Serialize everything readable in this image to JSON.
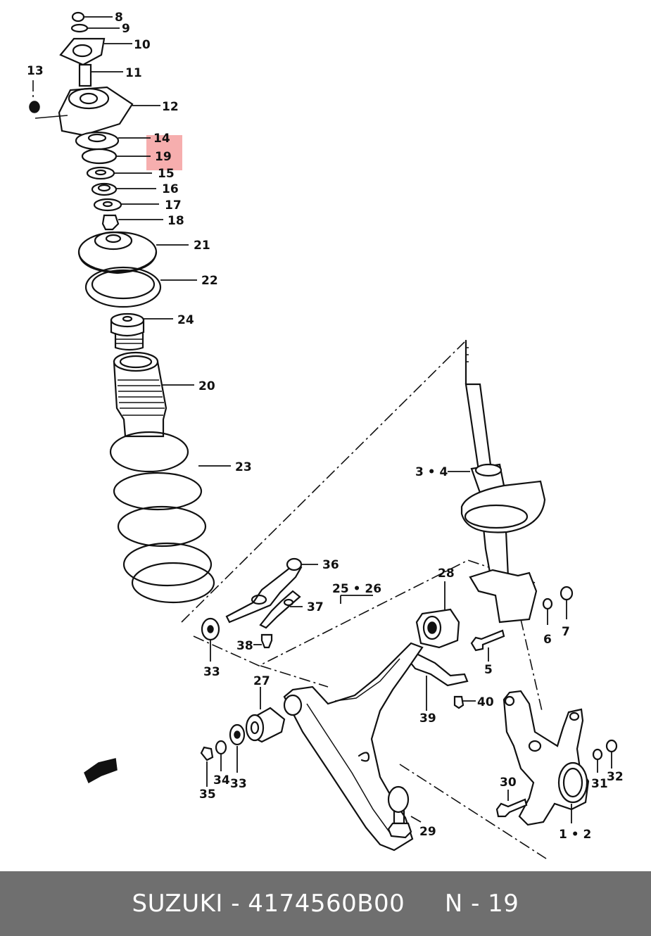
{
  "diagram": {
    "highlight_color": "#f4a0a0",
    "labels": {
      "p8": "8",
      "p9": "9",
      "p10": "10",
      "p11": "11",
      "p12": "12",
      "p13": "13",
      "p14": "14",
      "p19": "19",
      "p15": "15",
      "p16": "16",
      "p17": "17",
      "p18": "18",
      "p21": "21",
      "p22": "22",
      "p24": "24",
      "p20": "20",
      "p23": "23",
      "p34strut": "3 • 4",
      "p36": "36",
      "p37": "37",
      "p38": "38",
      "p33a": "33",
      "p2526": "25 • 26",
      "p28": "28",
      "p27": "27",
      "p5": "5",
      "p6": "6",
      "p7": "7",
      "p39": "39",
      "p40": "40",
      "p35": "35",
      "p34": "34",
      "p33b": "33",
      "p29": "29",
      "p30": "30",
      "p31": "31",
      "p32": "32",
      "p12knuckle": "1 • 2"
    }
  },
  "footer": {
    "brand": "SUZUKI",
    "sep": " - ",
    "part_number": "4174560B00",
    "gap": "     ",
    "page_ref": "N - 19",
    "background": "#6f6f6f"
  }
}
